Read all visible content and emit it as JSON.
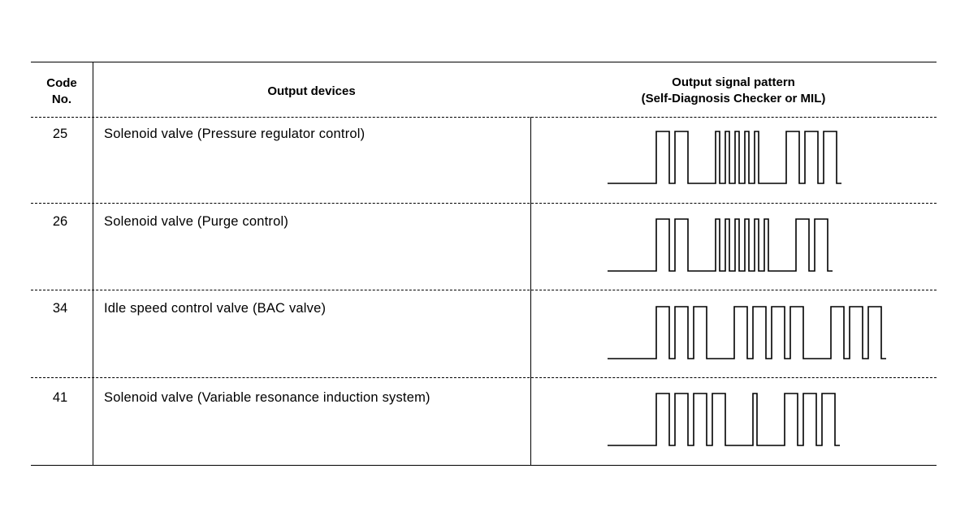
{
  "header": {
    "code_no": "Code No.",
    "output_devices": "Output devices",
    "signal_pattern_line1": "Output signal pattern",
    "signal_pattern_line2": "(Self-Diagnosis Checker or MIL)"
  },
  "rows": [
    {
      "code": "25",
      "device": "Solenoid valve (Pressure regulator control)",
      "pattern": [
        2,
        5,
        3
      ]
    },
    {
      "code": "26",
      "device": "Solenoid valve (Purge control)",
      "pattern": [
        2,
        6,
        2
      ]
    },
    {
      "code": "34",
      "device": "Idle speed control valve (BAC valve)",
      "pattern": [
        3,
        4,
        3
      ]
    },
    {
      "code": "41",
      "device": "Solenoid valve (Variable resonance induction system)",
      "pattern": [
        4,
        1,
        3
      ]
    }
  ]
}
